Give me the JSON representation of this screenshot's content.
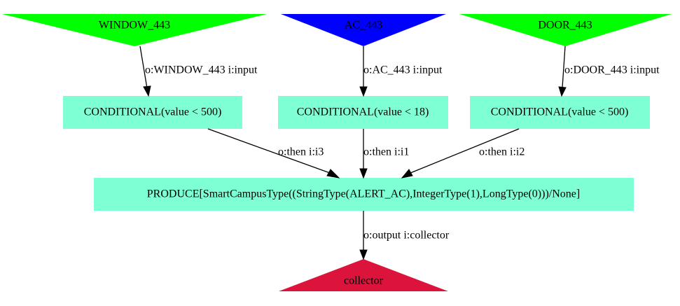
{
  "colors": {
    "green": "#00ff00",
    "blue": "#0000ff",
    "aquamarine": "#7fffd4",
    "crimson": "#dc143c",
    "edge": "#000000"
  },
  "nodes": {
    "window": {
      "label": "WINDOW_443",
      "shape": "inverted-triangle",
      "color": "#00ff00"
    },
    "ac": {
      "label": "AC_443",
      "shape": "inverted-triangle",
      "color": "#0000ff"
    },
    "door": {
      "label": "DOOR_443",
      "shape": "inverted-triangle",
      "color": "#00ff00"
    },
    "cond_window": {
      "label": "CONDITIONAL(value < 500)",
      "shape": "box",
      "color": "#7fffd4"
    },
    "cond_ac": {
      "label": "CONDITIONAL(value < 18)",
      "shape": "box",
      "color": "#7fffd4"
    },
    "cond_door": {
      "label": "CONDITIONAL(value < 500)",
      "shape": "box",
      "color": "#7fffd4"
    },
    "produce": {
      "label": "PRODUCE[SmartCampusType((StringType(ALERT_AC),IntegerType(1),LongType(0)))/None]",
      "shape": "box",
      "color": "#7fffd4"
    },
    "collector": {
      "label": "collector",
      "shape": "triangle",
      "color": "#dc143c"
    }
  },
  "edges": {
    "window_to_cond": {
      "label": "o:WINDOW_443 i:input"
    },
    "ac_to_cond": {
      "label": "o:AC_443 i:input"
    },
    "door_to_cond": {
      "label": "o:DOOR_443 i:input"
    },
    "condwin_to_produce": {
      "label": "o:then i:i3"
    },
    "condac_to_produce": {
      "label": "o:then i:i1"
    },
    "conddoor_to_produce": {
      "label": "o:then i:i2"
    },
    "produce_to_collector": {
      "label": "o:output i:collector"
    }
  }
}
